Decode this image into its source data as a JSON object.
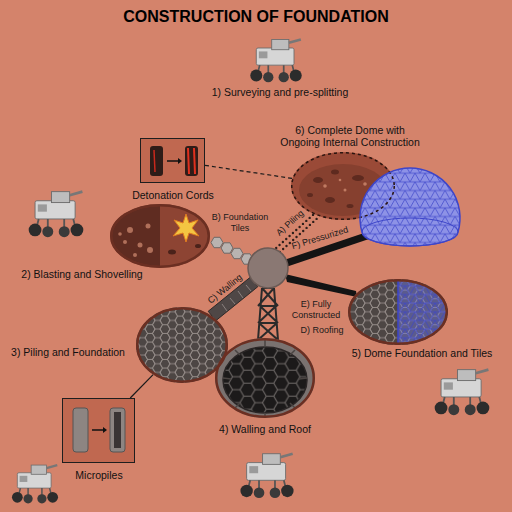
{
  "diagram": {
    "title": "CONSTRUCTION OF FOUNDATION",
    "nodes": [
      {
        "text": [
          "1) Surveying and pre-splitting"
        ]
      },
      {
        "text": [
          "Detonation Cords"
        ]
      },
      {
        "text": [
          "6) Complete Dome with Ongoing Internal Construction"
        ]
      },
      {
        "text": [
          "2) Blasting and Shovelling"
        ]
      },
      {
        "text": [
          "3) Piling and Foundation"
        ]
      },
      {
        "text": [
          "5) Dome Foundation and Tiles"
        ]
      },
      {
        "text": [
          "Micropiles"
        ]
      },
      {
        "text": [
          "4) Walling and Roof"
        ]
      }
    ],
    "edges": [
      {
        "from": 1,
        "to": 0,
        "arrow": "none"
      },
      {
        "from": 6,
        "to": 4,
        "arrow": "none"
      }
    ],
    "labels": [
      "A) Piling",
      "B) Foundation Tiles",
      "C) Walling",
      "D) Roofing",
      "E) Fully Constructed",
      "F) Pressurized"
    ]
  }
}
